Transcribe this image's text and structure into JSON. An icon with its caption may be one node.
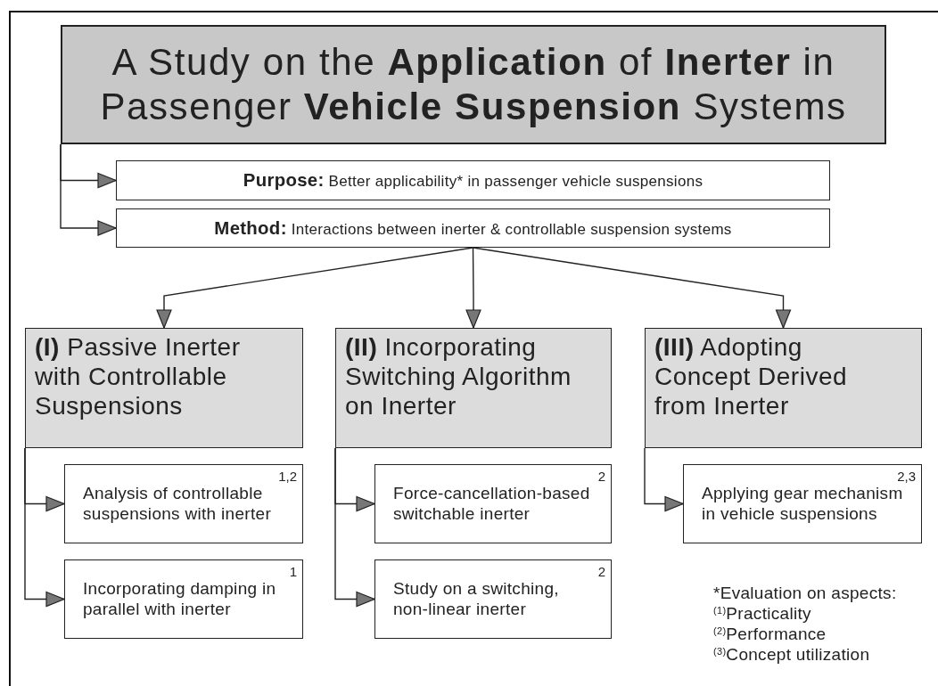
{
  "diagram": {
    "nodes": [
      {
        "text": [
          "A Study on the **Application** of **Inerter** in Passenger **Vehicle Suspension** Systems"
        ]
      },
      {
        "text": [
          "**Purpose:** Better applicability* in passenger vehicle suspensions"
        ]
      },
      {
        "text": [
          "**Method:** Interactions between inerter & controllable suspension systems"
        ]
      },
      {
        "text": [
          "**(I)** Passive Inerter with Controllable Suspensions"
        ]
      },
      {
        "text": [
          "**(II)** Incorporating Switching Algorithm on Inerter"
        ]
      },
      {
        "text": [
          "**(III)** Adopting Concept Derived from Inerter"
        ]
      },
      {
        "text": [
          "1,2",
          "Analysis of controllable suspensions with inerter"
        ]
      },
      {
        "text": [
          "1",
          "Incorporating damping in parallel with inerter"
        ]
      },
      {
        "text": [
          "2",
          "Force-cancellation-based switchable inerter"
        ]
      },
      {
        "text": [
          "2",
          "Study on a switching, non-linear inerter"
        ]
      },
      {
        "text": [
          "2,3",
          "Applying gear mechanism in vehicle suspensions"
        ]
      }
    ],
    "edges": [
      {
        "from": 0,
        "to": 1,
        "arrow": "to"
      },
      {
        "from": 0,
        "to": 2,
        "arrow": "to"
      },
      {
        "from": 2,
        "to": 3,
        "arrow": "to"
      },
      {
        "from": 2,
        "to": 4,
        "arrow": "to"
      },
      {
        "from": 2,
        "to": 5,
        "arrow": "to"
      },
      {
        "from": 3,
        "to": 6,
        "arrow": "to"
      },
      {
        "from": 3,
        "to": 7,
        "arrow": "to"
      },
      {
        "from": 4,
        "to": 8,
        "arrow": "to"
      },
      {
        "from": 4,
        "to": 9,
        "arrow": "to"
      },
      {
        "from": 5,
        "to": 10,
        "arrow": "to"
      }
    ],
    "labels": [
      "*Evaluation on aspects:",
      "$^{(1)}$Practicality",
      "$^{(2)}$Performance",
      "$^{(3)}$Concept utilization"
    ]
  }
}
